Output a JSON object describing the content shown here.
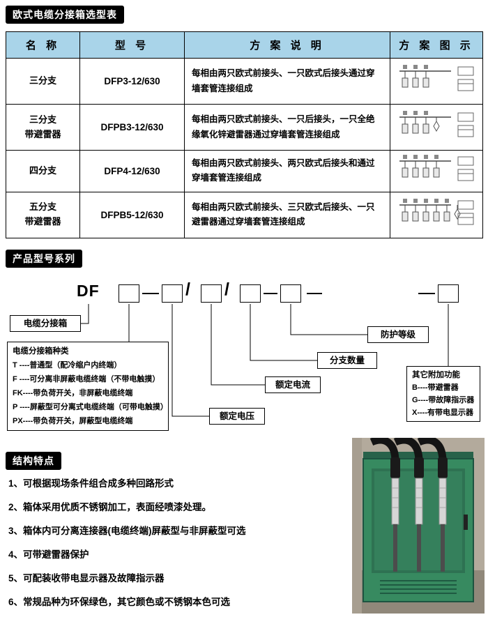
{
  "sections": {
    "selection_title": "欧式电缆分接箱选型表",
    "series_title": "产品型号系列",
    "features_title": "结构特点"
  },
  "selection_table": {
    "headers": [
      "名 称",
      "型 号",
      "方 案 说 明",
      "方 案 图 示"
    ],
    "rows": [
      {
        "name": "三分支",
        "model": "DFP3-12/630",
        "desc": "每相由两只欧式前接头、一只欧式后接头通过穿墙套管连接组成",
        "branches": 3,
        "arrester": false
      },
      {
        "name": "三分支\n带避雷器",
        "model": "DFPB3-12/630",
        "desc": "每相由两只欧式前接头、一只后接头，一只全绝缘氧化锌避雷器通过穿墙套管连接组成",
        "branches": 3,
        "arrester": true
      },
      {
        "name": "四分支",
        "model": "DFP4-12/630",
        "desc": "每相由两只欧式前接头、两只欧式后接头和通过穿墙套管连接组成",
        "branches": 4,
        "arrester": false
      },
      {
        "name": "五分支\n带避雷器",
        "model": "DFPB5-12/630",
        "desc": "每相由两只欧式前接头、三只欧式后接头、一只避雷器通过穿墙套管连接组成",
        "branches": 5,
        "arrester": true
      }
    ]
  },
  "model_diagram": {
    "prefix": "DF",
    "separators": [
      "—",
      "/",
      "/",
      "—",
      "—",
      "—"
    ],
    "cable_box": "电缆分接箱",
    "type_title": "电缆分接箱种类",
    "type_items": [
      "T ----普通型（配冷缩户内终端）",
      "F ----可分离非屏蔽电缆终端（不带电触摸）",
      "FK----带负荷开关，非屏蔽电缆终端",
      "P ----屏蔽型可分离式电缆终端（可带电触摸）",
      "PX----带负荷开关，屏蔽型电缆终端"
    ],
    "rated_voltage": "额定电压",
    "rated_current": "额定电流",
    "branch_count": "分支数量",
    "protection": "防护等级",
    "extra_title": "其它附加功能",
    "extra_items": [
      "B----带避雷器",
      "G----带故障指示器",
      "X----有带电显示器"
    ]
  },
  "features": [
    "1、可根据现场条件组合成多种回路形式",
    "2、箱体采用优质不锈钢加工，表面经喷漆处理。",
    "3、箱体内可分离连接器(电缆终端)屏蔽型与非屏蔽型可选",
    "4、可带避雷器保护",
    "5、可配装收带电显示器及故障指示器",
    "6、常规品种为环保绿色，其它颜色或不锈钢本色可选"
  ]
}
